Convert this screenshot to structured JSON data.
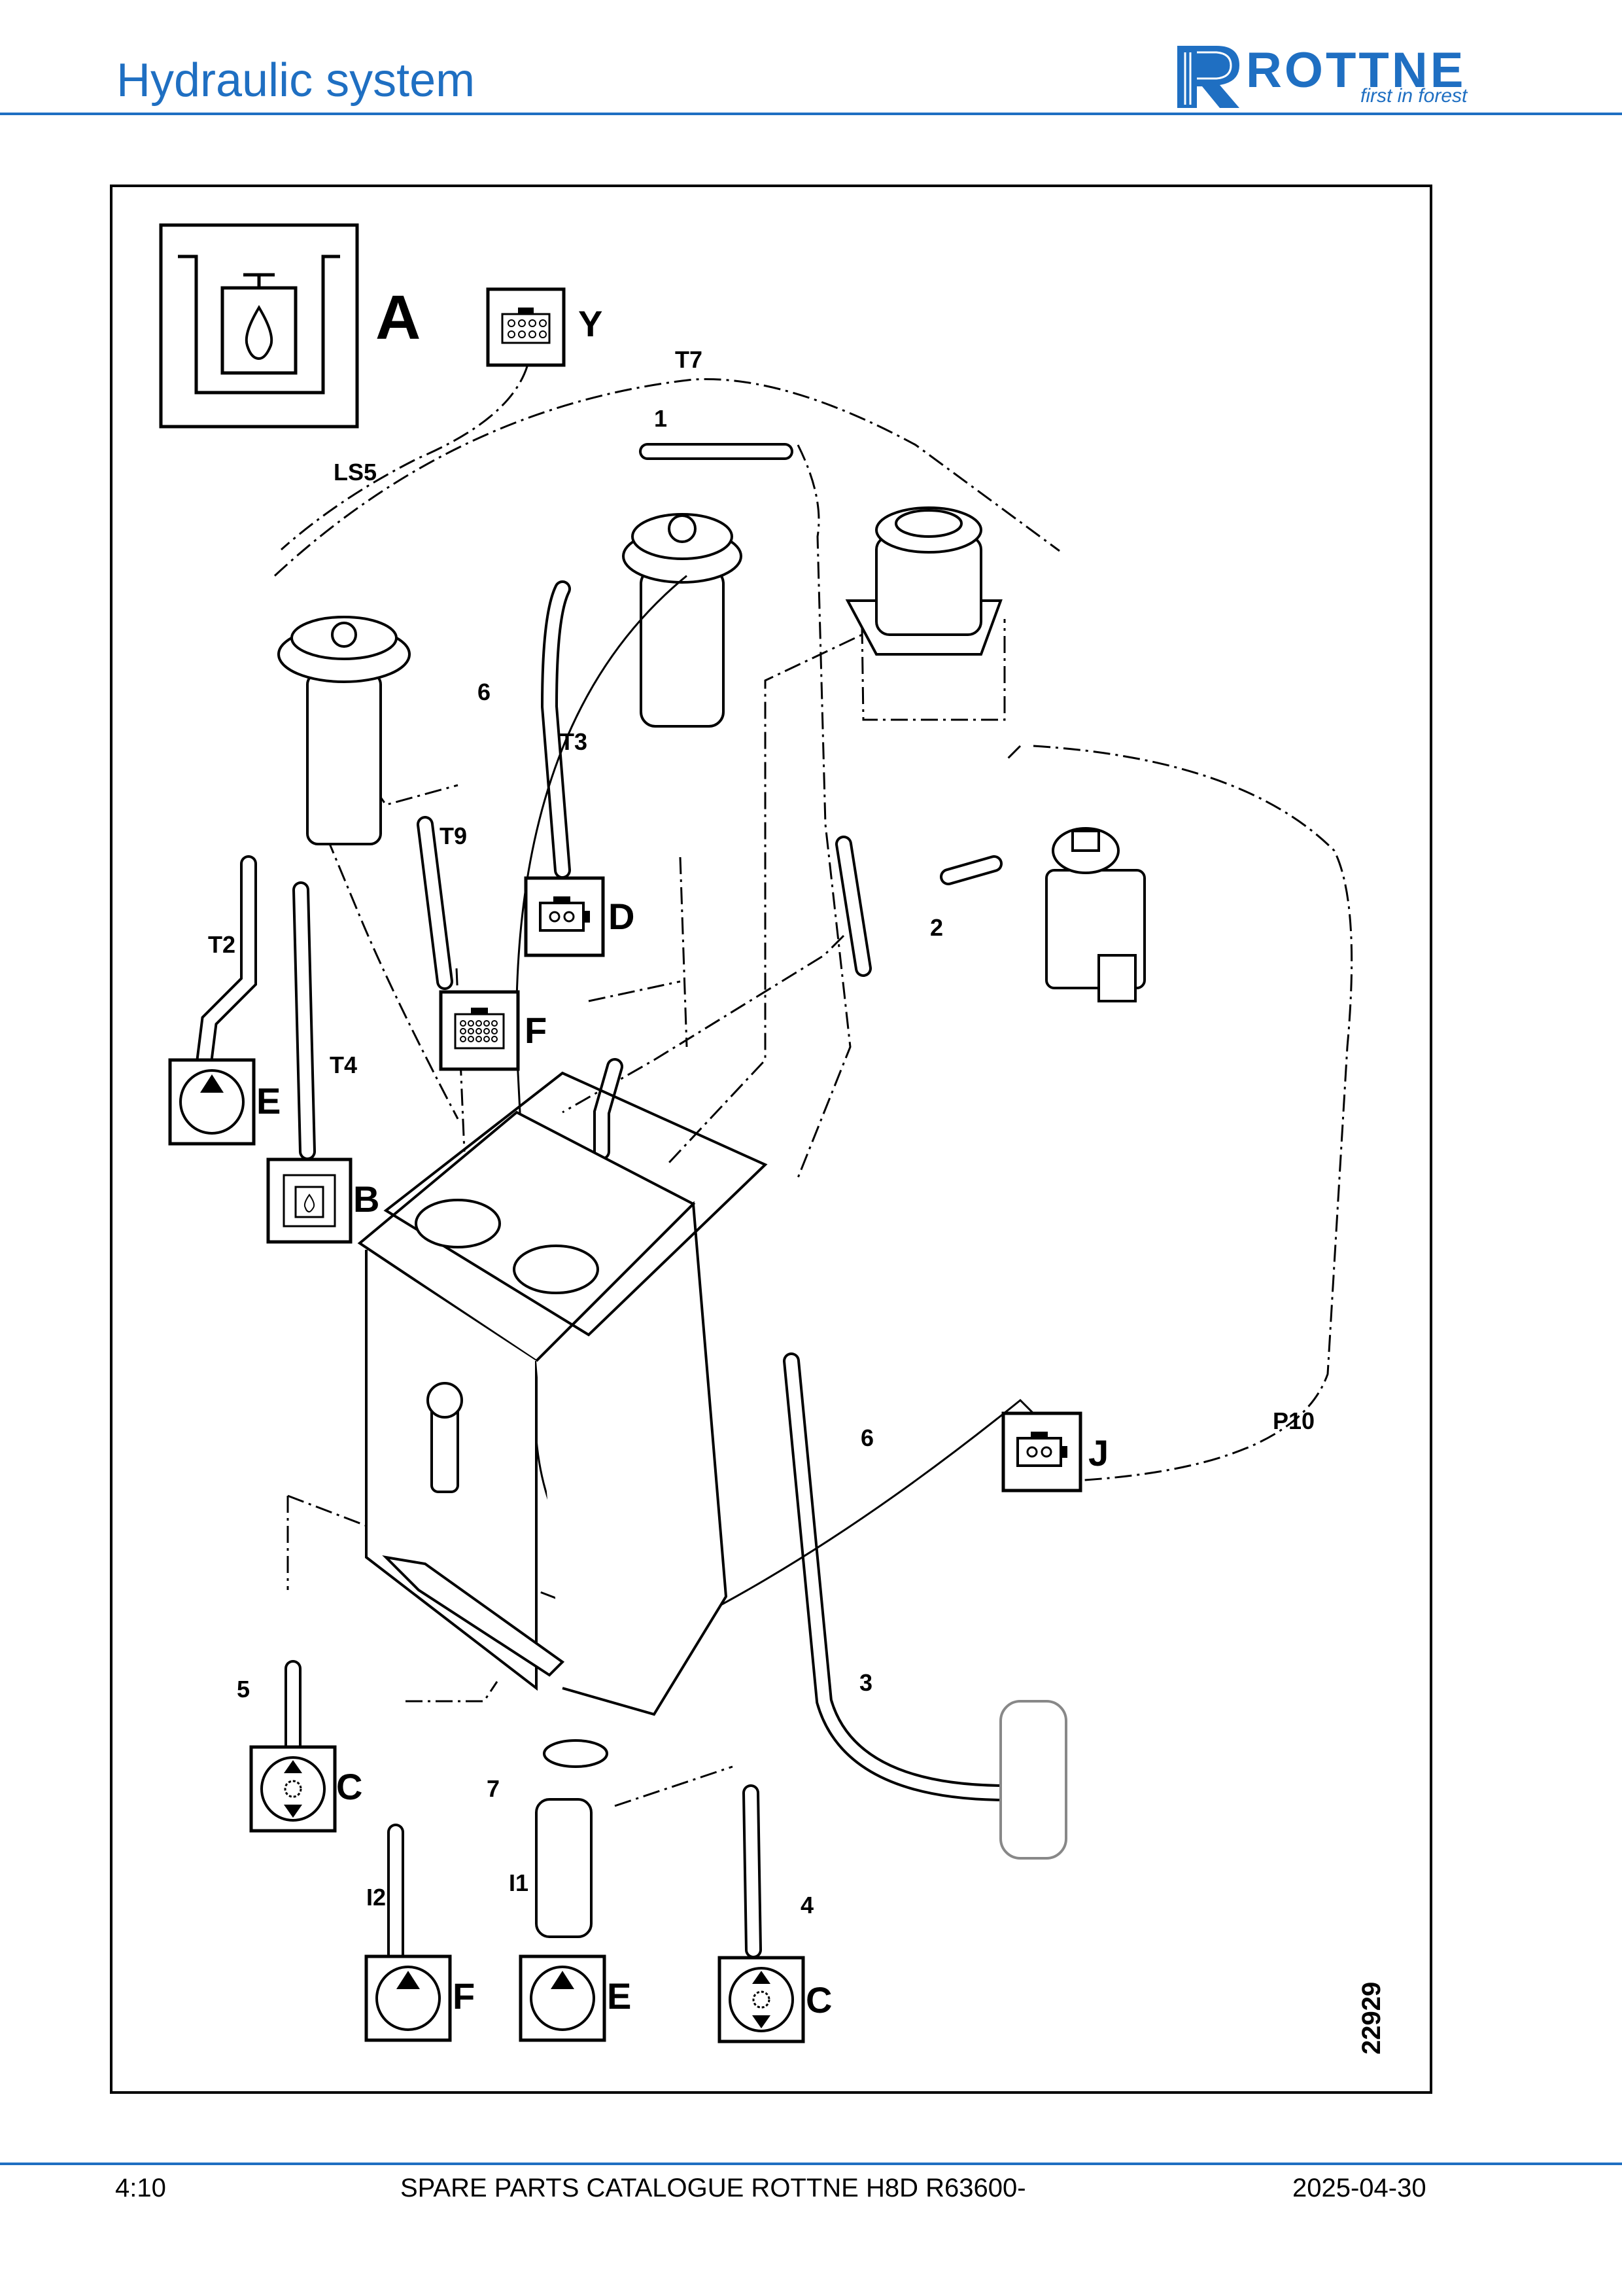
{
  "header": {
    "title": "Hydraulic system",
    "logo_text": "ROTTNE",
    "logo_tagline": "first in forest"
  },
  "diagram": {
    "group_letter": "A",
    "figure_number": "22929",
    "hose_labels": [
      "T7",
      "LS5",
      "T2",
      "T4",
      "T9",
      "T3",
      "P10",
      "I1",
      "I2"
    ],
    "item_numbers": [
      "1",
      "2",
      "3",
      "4",
      "5",
      "6",
      "6",
      "7"
    ],
    "connector_letters": [
      "Y",
      "D",
      "F",
      "J"
    ],
    "pump_letters": [
      "E",
      "E",
      "F"
    ],
    "pump_motor_letters": [
      "C",
      "C"
    ],
    "tank_letter": "B"
  },
  "footer": {
    "page": "4:10",
    "catalogue": "SPARE PARTS CATALOGUE ROTTNE H8D R63600-",
    "date": "2025-04-30"
  }
}
